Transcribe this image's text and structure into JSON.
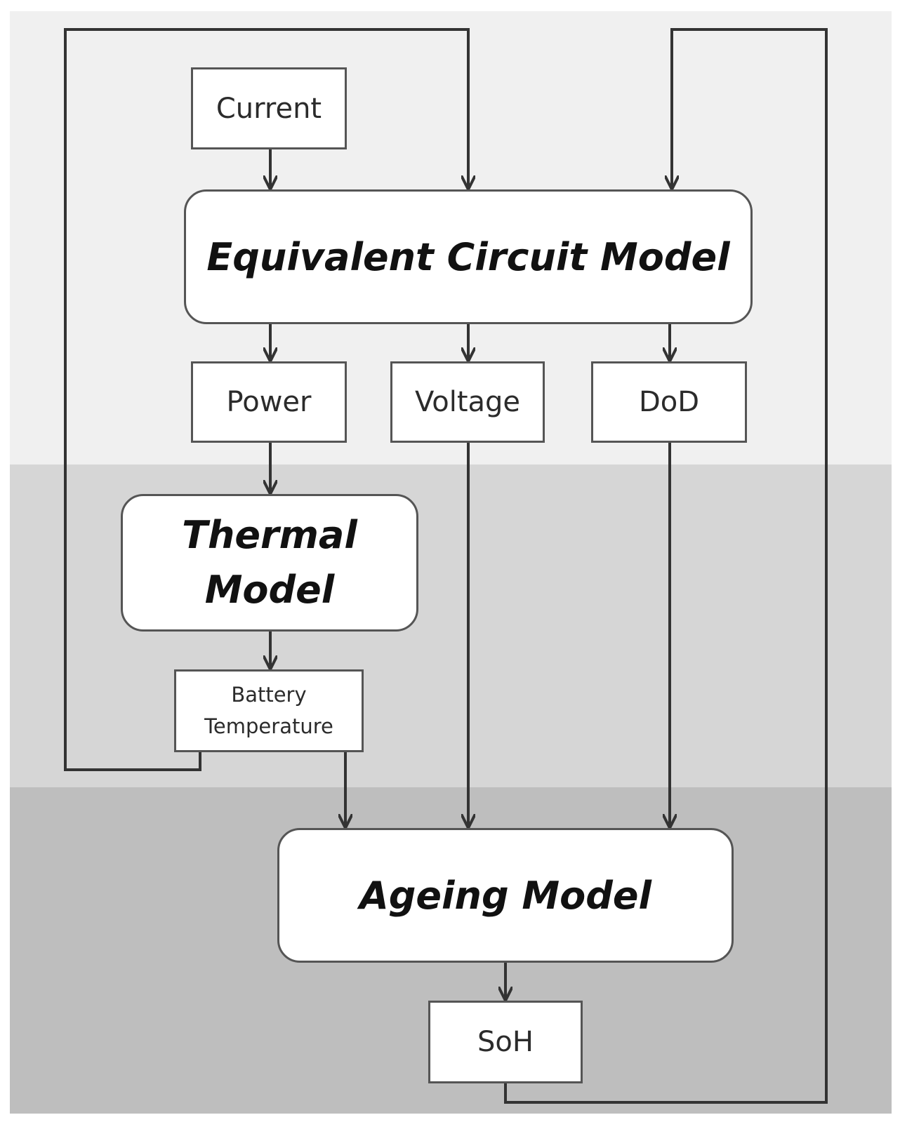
{
  "diagram": {
    "nodes": {
      "current": {
        "label": "Current"
      },
      "equivalent_circuit_model": {
        "label": "Equivalent Circuit Model"
      },
      "power": {
        "label": "Power"
      },
      "voltage": {
        "label": "Voltage"
      },
      "dod": {
        "label": "DoD"
      },
      "thermal_model": {
        "line1": "Thermal",
        "line2": "Model"
      },
      "battery_temperature": {
        "line1": "Battery",
        "line2": "Temperature"
      },
      "ageing_model": {
        "label": "Ageing Model"
      },
      "soh": {
        "label": "SoH"
      }
    },
    "edges": [
      {
        "from": "current",
        "to": "equivalent_circuit_model"
      },
      {
        "from": "battery_temperature",
        "to": "equivalent_circuit_model",
        "kind": "feedback"
      },
      {
        "from": "soh",
        "to": "equivalent_circuit_model",
        "kind": "feedback"
      },
      {
        "from": "equivalent_circuit_model",
        "to": "power"
      },
      {
        "from": "equivalent_circuit_model",
        "to": "voltage"
      },
      {
        "from": "equivalent_circuit_model",
        "to": "dod"
      },
      {
        "from": "power",
        "to": "thermal_model"
      },
      {
        "from": "thermal_model",
        "to": "battery_temperature"
      },
      {
        "from": "battery_temperature",
        "to": "ageing_model"
      },
      {
        "from": "voltage",
        "to": "ageing_model"
      },
      {
        "from": "dod",
        "to": "ageing_model"
      },
      {
        "from": "ageing_model",
        "to": "soh"
      }
    ]
  },
  "colors": {
    "band_top": "#f0f0f0",
    "band_middle": "#d6d6d6",
    "band_bottom": "#bebebe",
    "box_border": "#555555",
    "line": "#333333"
  }
}
